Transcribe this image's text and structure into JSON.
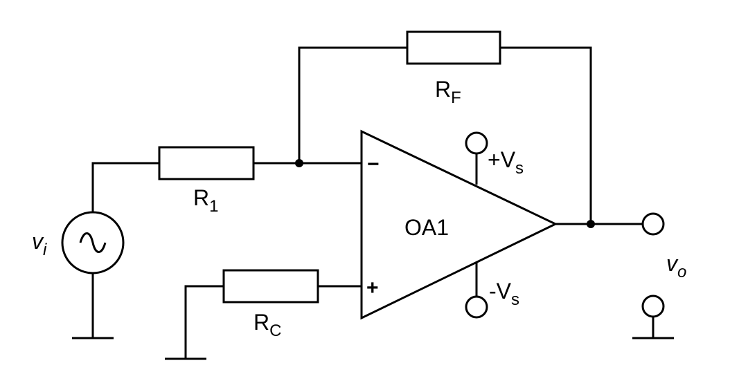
{
  "labels": {
    "r1_main": "R",
    "r1_sub": "1",
    "rf_main": "R",
    "rf_sub": "F",
    "rc_main": "R",
    "rc_sub": "C",
    "opamp": "OA1",
    "vi_main": "v",
    "vi_sub": "i",
    "vo_main": "v",
    "vo_sub": "o",
    "vs_pos_main": "+V",
    "vs_pos_sub": "s",
    "vs_neg_main": "-V",
    "vs_neg_sub": "s",
    "inverting_sign": "−",
    "noninverting_sign": "+"
  }
}
